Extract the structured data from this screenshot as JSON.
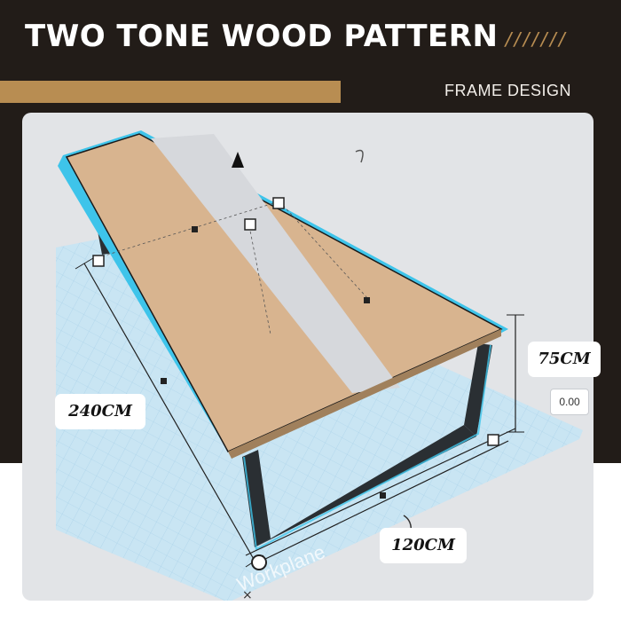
{
  "header": {
    "title": "TWO TONE WOOD PATTERN",
    "decor": "///////",
    "subtitle": "FRAME DESIGN"
  },
  "dimensions": {
    "height": "75CM",
    "length": "240CM",
    "width": "120CM"
  },
  "readout": {
    "value": "0.00"
  },
  "workplane": {
    "watermark": "Workplane"
  },
  "colors": {
    "dark_bg": "#221c18",
    "gold": "#b88d52",
    "wood": "#d8b48f",
    "stripe": "#d6d8dc",
    "selection": "#3ec4ea",
    "frame": "#2a2f33",
    "workplane": "#c6e4f4"
  }
}
